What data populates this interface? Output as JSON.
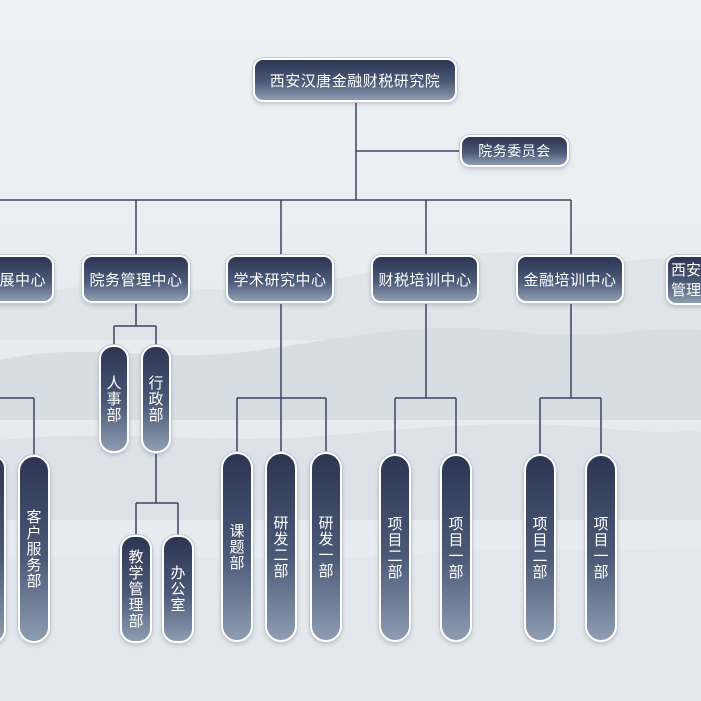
{
  "colors": {
    "line": "#3a4560",
    "node_top": "#2c3552",
    "node_bottom": "#8e9db1",
    "text": "#ffffff"
  },
  "root": {
    "label": "西安汉唐金融财税研究院"
  },
  "committee": {
    "label": "院务委员会"
  },
  "centers": [
    {
      "label": "展中心"
    },
    {
      "label": "院务管理中心"
    },
    {
      "label": "学术研究中心"
    },
    {
      "label": "财税培训中心"
    },
    {
      "label": "金融培训中心"
    },
    {
      "label": "西安"
    },
    {
      "label": "管理"
    }
  ],
  "depts": {
    "customer_service": "客户服务部",
    "hr": "人事部",
    "admin": "行政部",
    "teaching_mgmt": "教学管理部",
    "office": "办公室",
    "project_dept": "课题部",
    "rd_2": "研发二部",
    "rd_1": "研发一部",
    "tax_proj_2": "项目二部",
    "tax_proj_1": "项目一部",
    "fin_proj_2": "项目二部",
    "fin_proj_1": "项目一部"
  }
}
